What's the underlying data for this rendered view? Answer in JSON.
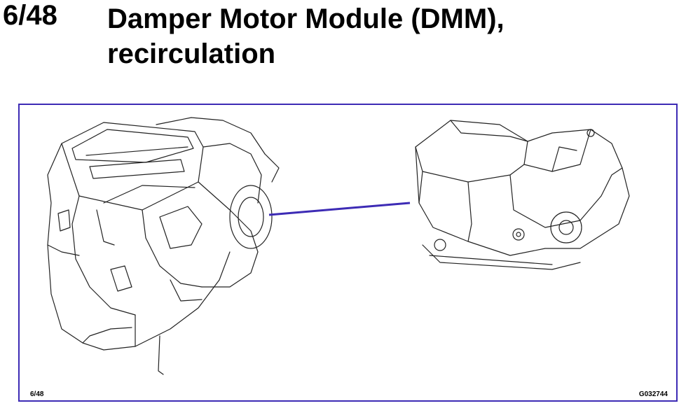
{
  "header": {
    "page_number": "6/48",
    "title_line1": "Damper Motor Module (DMM),",
    "title_line2": "recirculation"
  },
  "figure": {
    "ref_left": "6/48",
    "ref_right": "G032744",
    "leader_color": "#3d2bb5"
  }
}
